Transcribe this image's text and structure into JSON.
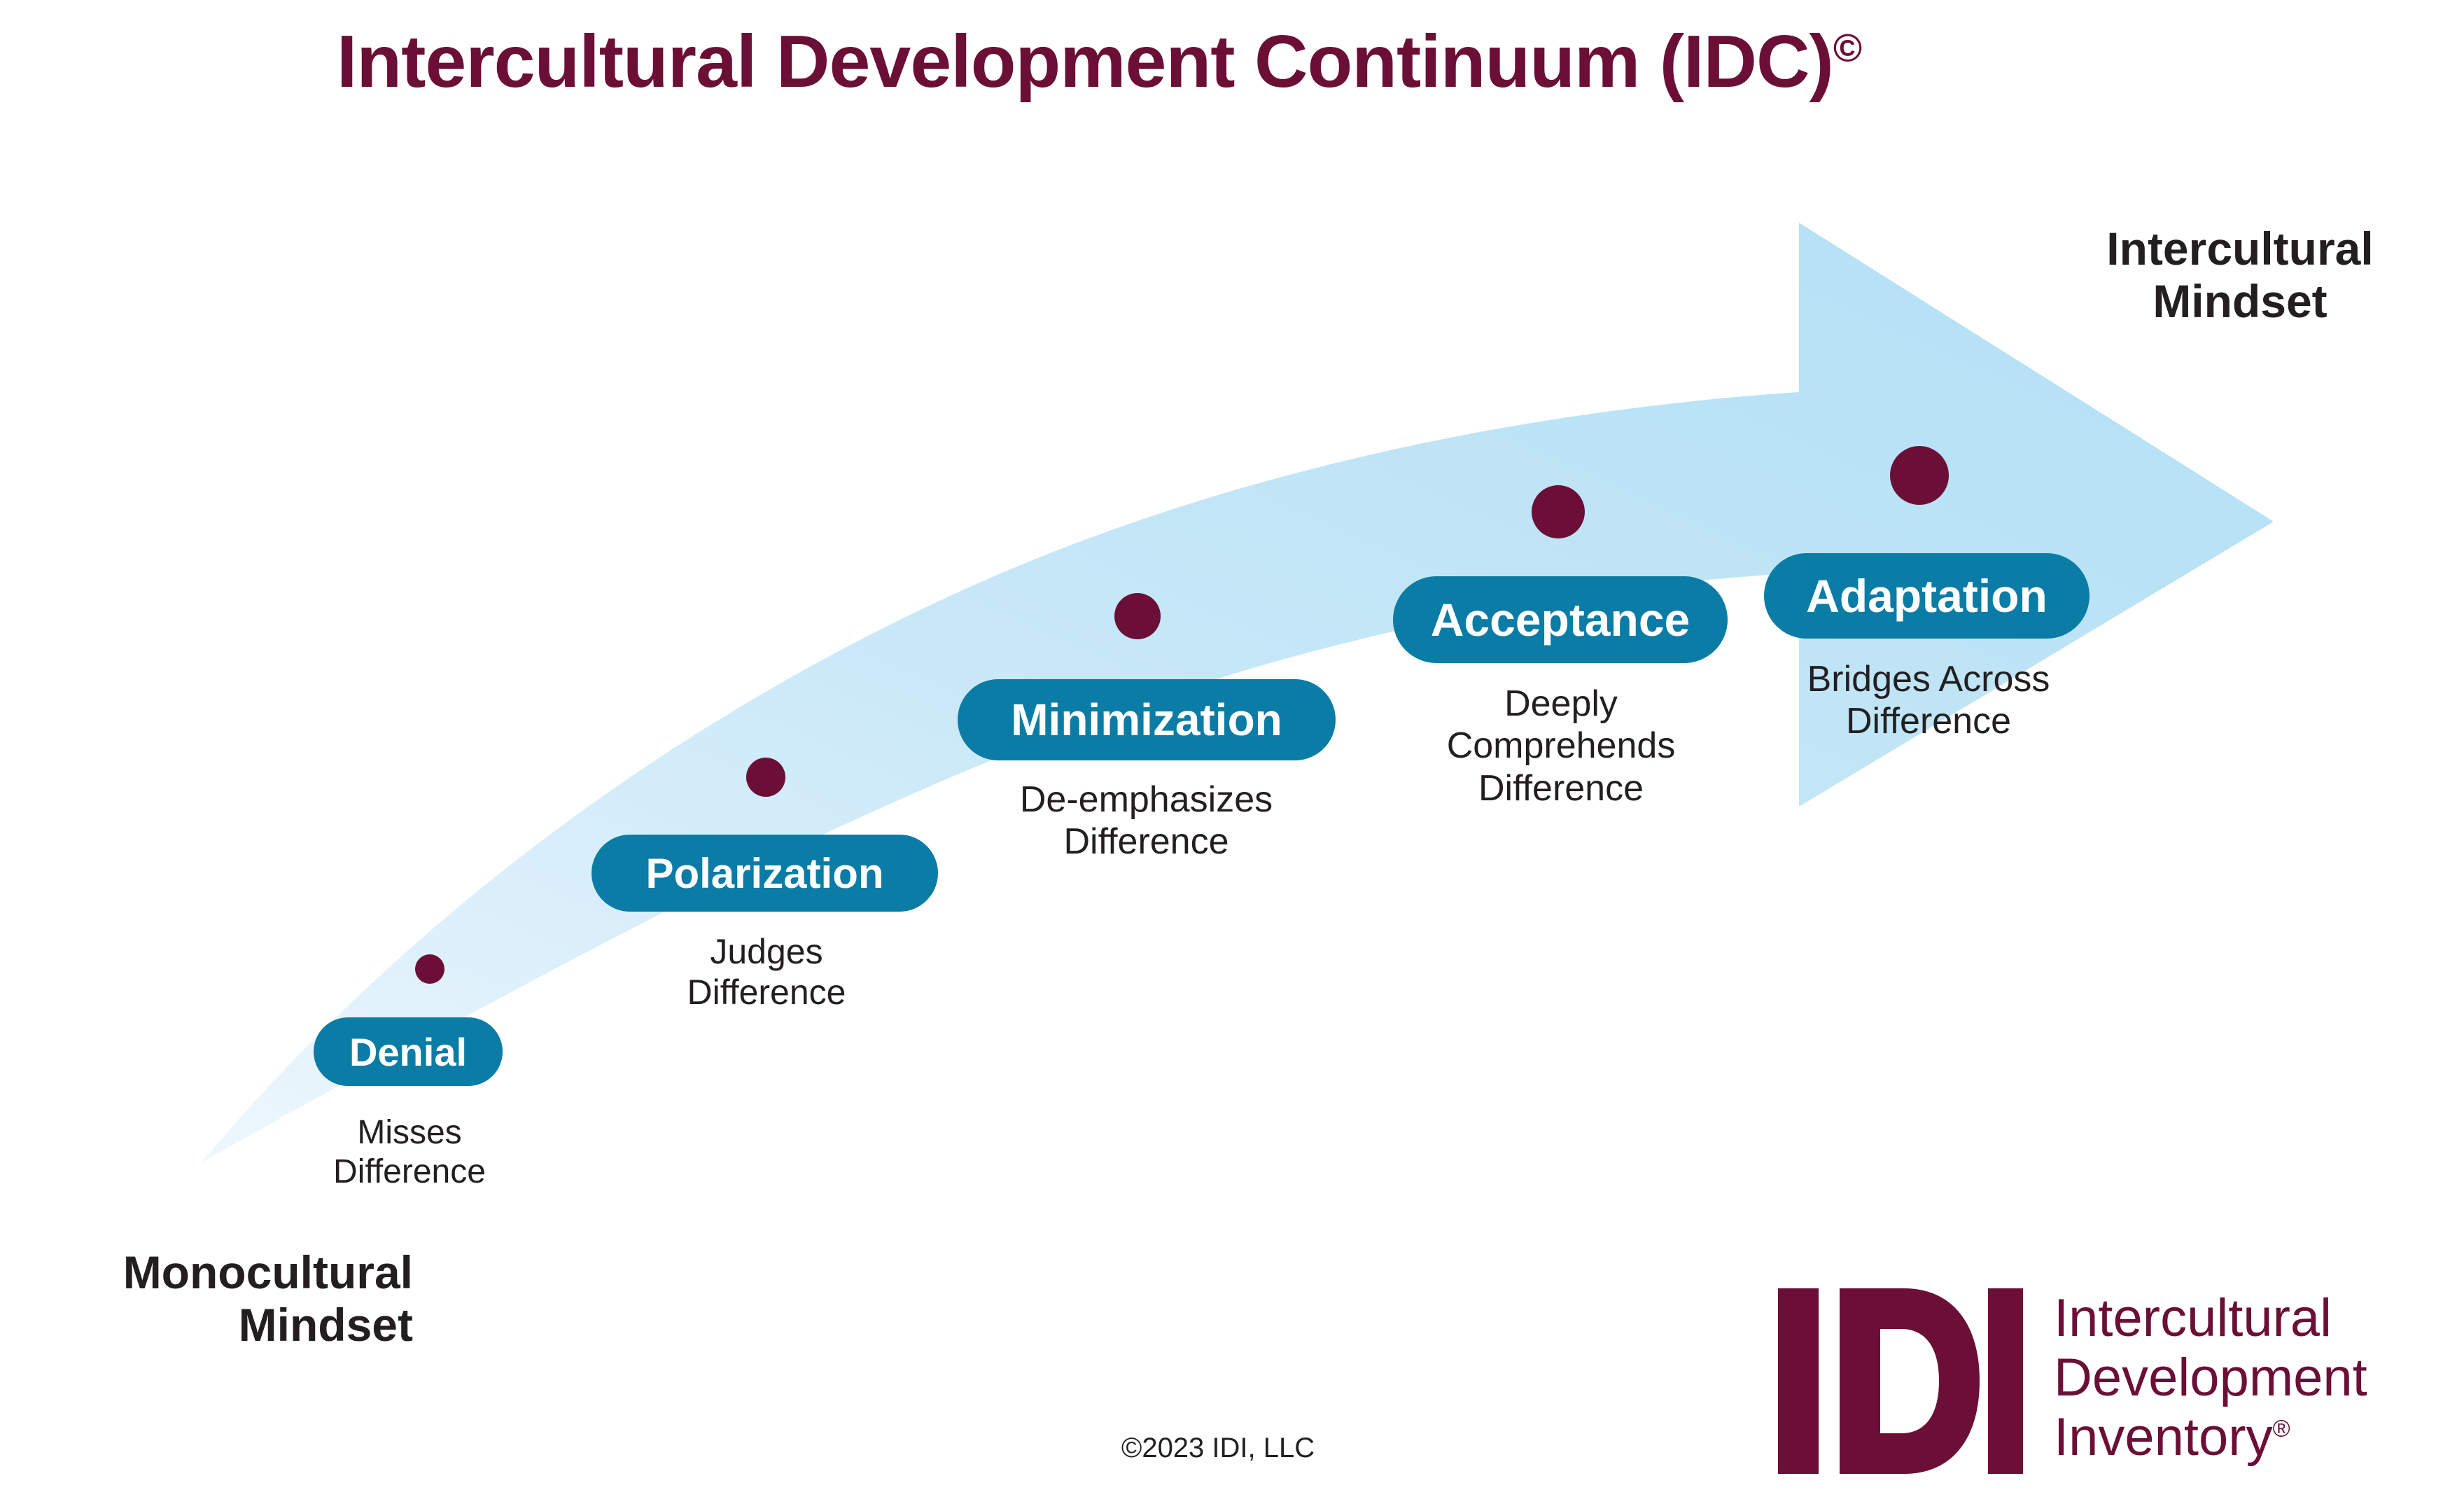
{
  "title": {
    "text": "Intercultural Development Continuum (IDC)",
    "superscript": "©"
  },
  "colors": {
    "maroon": "#6b0f36",
    "pill_teal": "#0b7ca5",
    "arrow_light": "#e4f2fb",
    "arrow_mid": "#c5e6f7",
    "arrow_dark": "#b4e0f5",
    "text_dark": "#231f20",
    "white": "#ffffff"
  },
  "mindsets": {
    "left_label": "Monocultural\nMindset",
    "right_label": "Intercultural\nMindset"
  },
  "stages": [
    {
      "id": "denial",
      "label": "Denial",
      "description": "Misses\nDifference"
    },
    {
      "id": "polarization",
      "label": "Polarization",
      "description": "Judges\nDifference"
    },
    {
      "id": "minimization",
      "label": "Minimization",
      "description": "De-emphasizes\nDifference"
    },
    {
      "id": "acceptance",
      "label": "Acceptance",
      "description": "Deeply\nComprehends\nDifference"
    },
    {
      "id": "adaptation",
      "label": "Adaptation",
      "description": "Bridges Across\nDifference"
    }
  ],
  "footer": {
    "copyright": "©2023 IDI, LLC"
  },
  "logo": {
    "mark": "IDI",
    "line1": "Intercultural",
    "line2": "Development",
    "line3": "Inventory",
    "registered": "®"
  },
  "icons": {
    "arrow": "curved-rising-arrow-icon",
    "dot": "stage-marker-dot-icon",
    "logo_mark": "idi-monogram-icon"
  }
}
